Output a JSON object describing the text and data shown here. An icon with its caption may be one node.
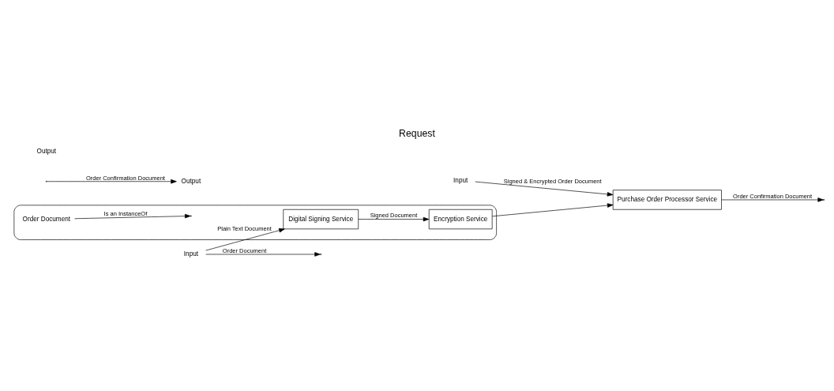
{
  "diagram": {
    "title": "Request",
    "nodes": [
      {
        "text": [],
        "shape": "ellipse"
      },
      {
        "text": [
          "Digital Signing Service"
        ],
        "in": 0
      },
      {
        "text": [
          "Encryption Service"
        ],
        "in": 0
      },
      {
        "text": [
          "Order Document"
        ],
        "in": 0
      },
      {
        "text": [
          "Purchase Order Processor Service"
        ]
      },
      {
        "text": [
          "Input"
        ]
      },
      {
        "text": [
          "Output"
        ]
      },
      {
        "text": [
          "Input"
        ]
      }
    ],
    "edges": [
      {
        "from": 5,
        "to": null,
        "arrow": "to",
        "label": "Order Document"
      },
      {
        "from": null,
        "to": 6,
        "arrow": "to",
        "label": "Order Confirmation Document"
      },
      {
        "from": 5,
        "to": 1,
        "arrow": "to",
        "label": "Plain Text Document"
      },
      {
        "from": 3,
        "to": null,
        "arrow": "to",
        "label": "Is an InstanceOf"
      },
      {
        "from": 1,
        "to": 2,
        "arrow": "to",
        "label": "Signed Document"
      },
      {
        "from": 2,
        "to": 4,
        "arrow": "to"
      },
      {
        "from": 7,
        "to": 4,
        "arrow": "to",
        "label": "Signed & Encrypted Order Document"
      },
      {
        "from": 4,
        "to": null,
        "arrow": "to",
        "label": "Order Confirmation Document"
      }
    ],
    "labels": [
      "Output"
    ]
  }
}
